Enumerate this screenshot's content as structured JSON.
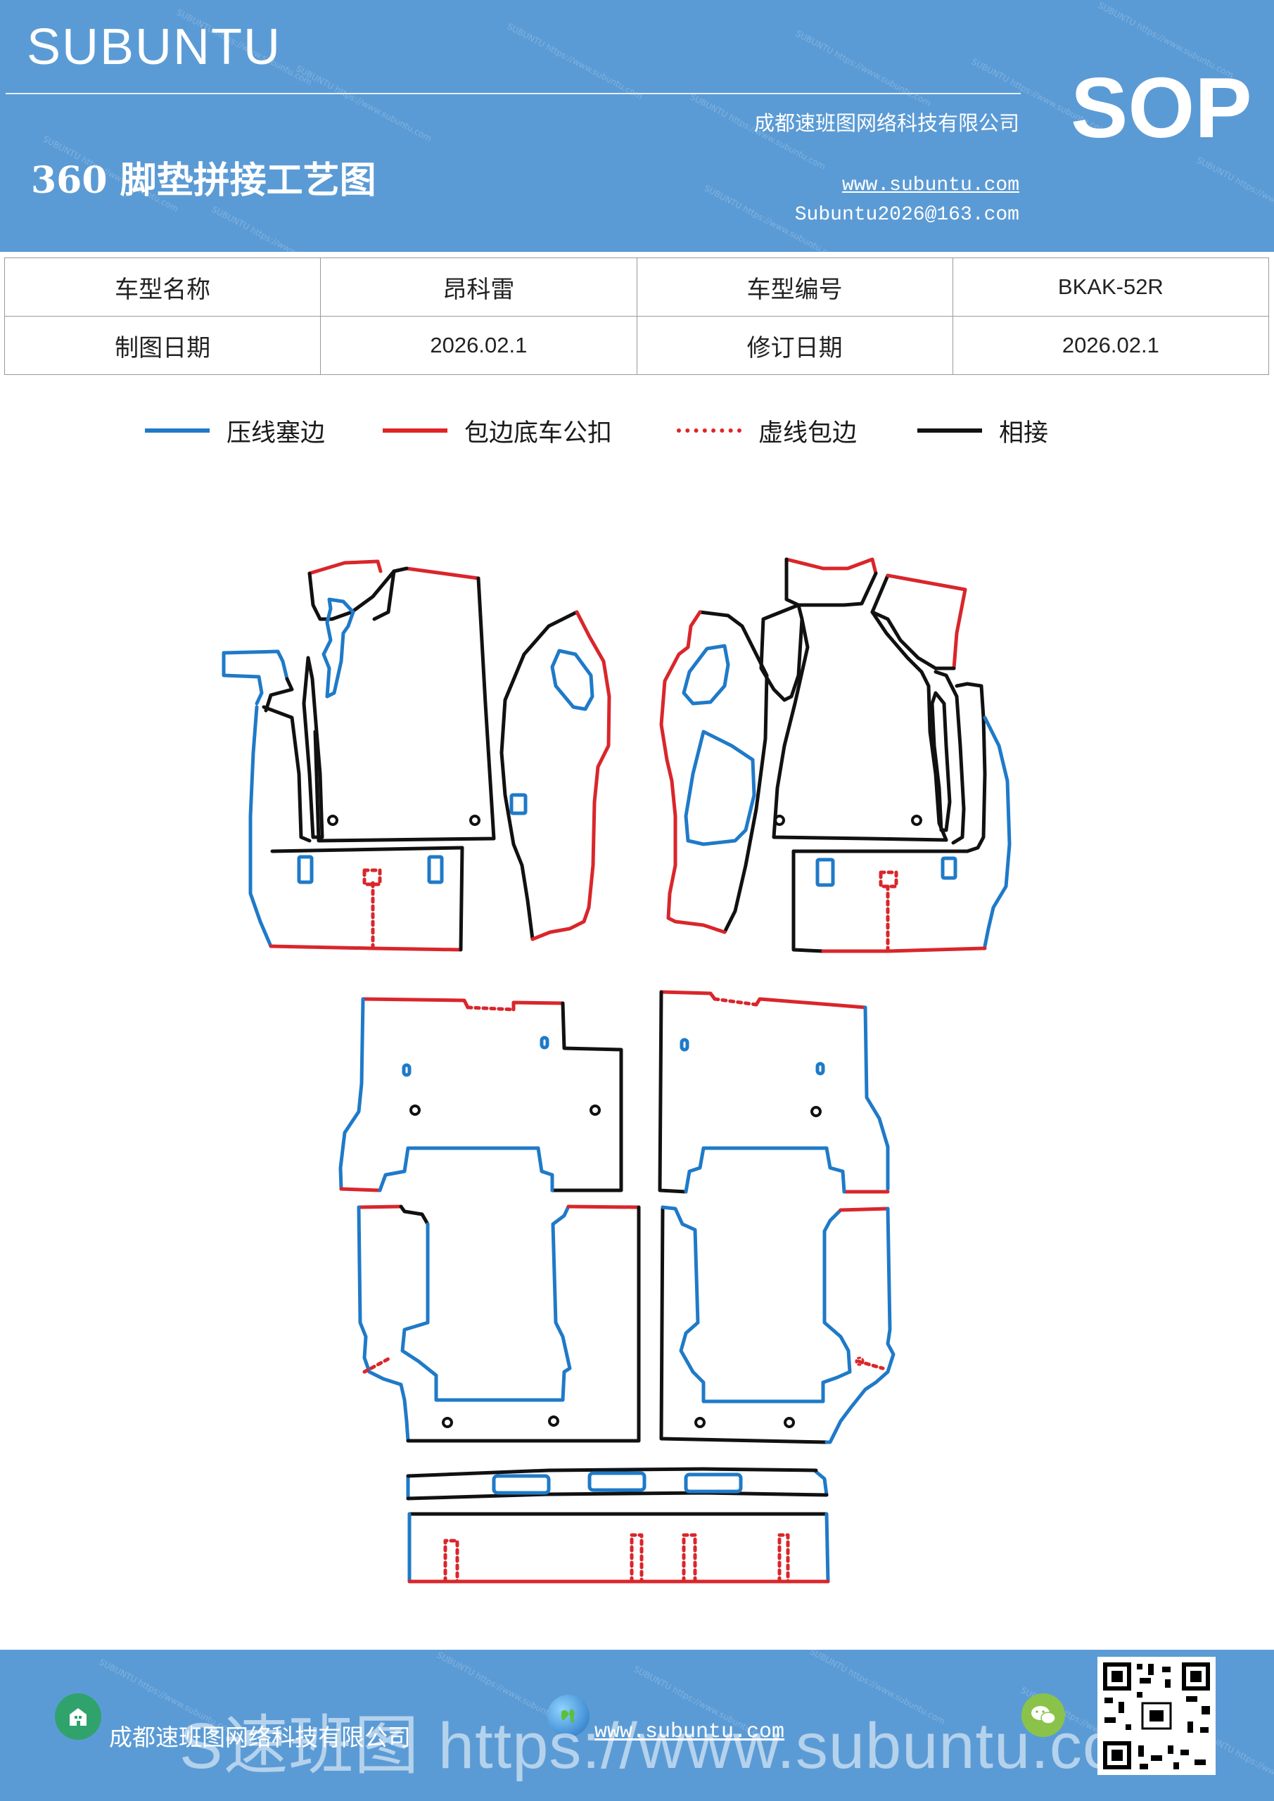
{
  "header": {
    "brand": "SUBUNTU",
    "company": "成都速班图网络科技有限公司",
    "title": "360 脚垫拼接工艺图",
    "website": "www.subuntu.com",
    "email": "Subuntu2026@163.com",
    "badge": "SOP",
    "watermark": "SUBUNTU https://www.subuntu.com"
  },
  "info_table": {
    "rows": [
      [
        "车型名称",
        "昂科雷",
        "车型编号",
        "BKAK-52R"
      ],
      [
        "制图日期",
        "2026.02.1",
        "修订日期",
        "2026.02.1"
      ]
    ]
  },
  "legend": [
    {
      "label": "压线塞边",
      "color": "#1f7ac8",
      "style": "solid"
    },
    {
      "label": "包边底车公扣",
      "color": "#e02424",
      "style": "solid"
    },
    {
      "label": "虚线包边",
      "color": "#e02424",
      "style": "dotted"
    },
    {
      "label": "相接",
      "color": "#111111",
      "style": "solid"
    }
  ],
  "colors": {
    "blue_line": "#1f7ac8",
    "red_line": "#d9262b",
    "black_line": "#111111",
    "header_bg": "#5b9bd5"
  },
  "footer": {
    "company": "成都速班图网络科技有限公司",
    "website": "www.subuntu.com",
    "overlay_text": "S速班图 https://www.subuntu.com",
    "icons": [
      "building-icon",
      "globe-icon",
      "wechat-icon",
      "qr-code"
    ]
  }
}
